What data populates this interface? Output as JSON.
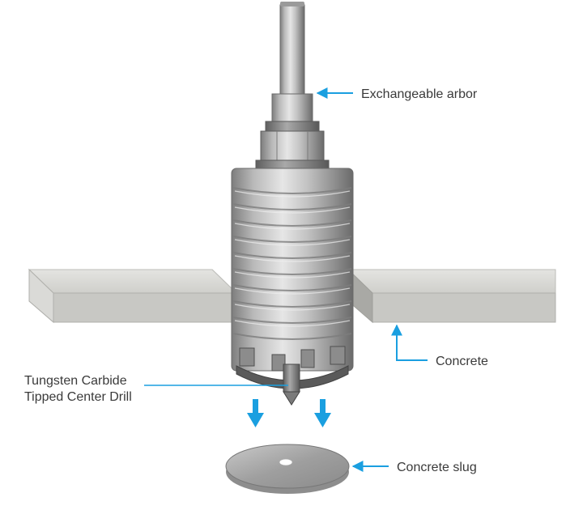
{
  "labels": {
    "arbor": "Exchangeable arbor",
    "concrete": "Concrete",
    "center_drill_line1": "Tungsten Carbide",
    "center_drill_line2": "Tipped Center Drill",
    "slug": "Concrete slug"
  },
  "colors": {
    "arrow": "#1a9fe0",
    "text": "#3a3a3a",
    "concrete_face": "#cfcfcb",
    "steel": "#b8b8b8"
  }
}
